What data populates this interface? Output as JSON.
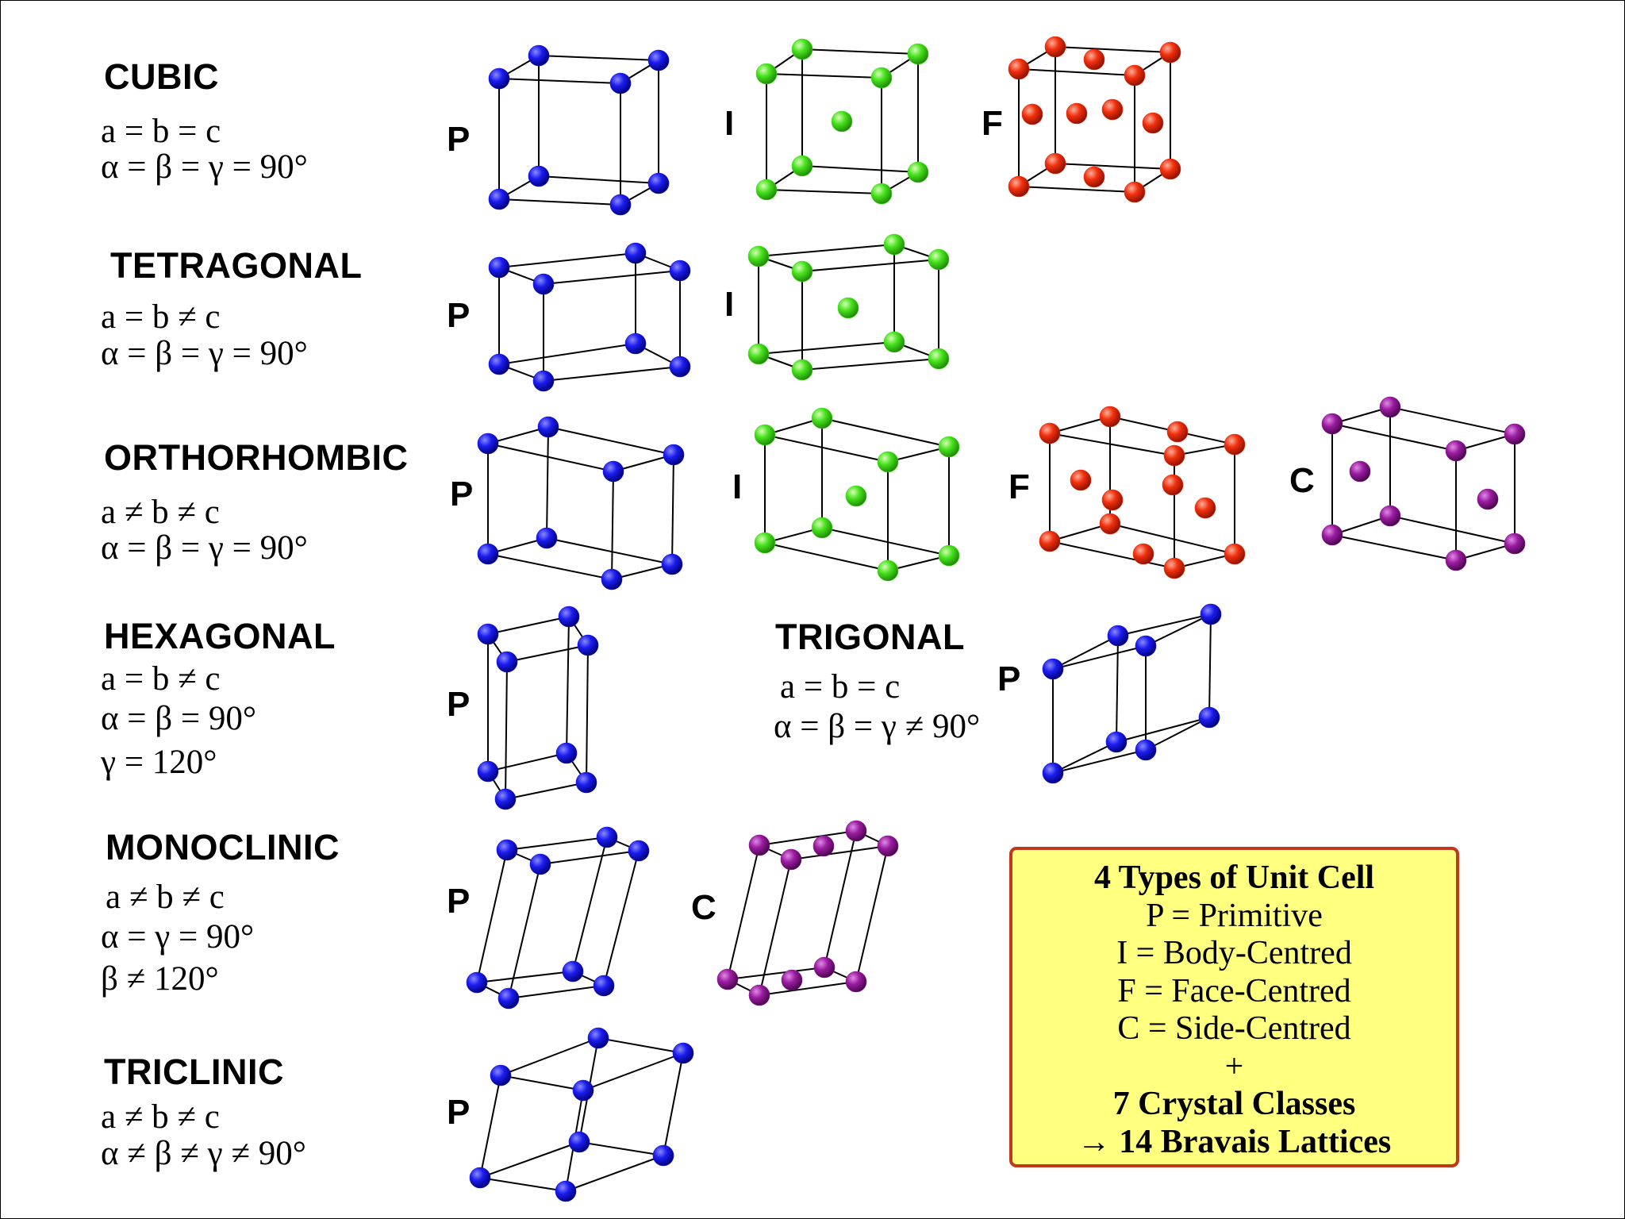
{
  "systems": [
    {
      "id": "cubic",
      "name": "CUBIC",
      "params": [
        "a = b = c",
        "α = β = γ = 90°"
      ]
    },
    {
      "id": "tetragonal",
      "name": "TETRAGONAL",
      "params": [
        "a = b ≠ c",
        "α = β = γ = 90°"
      ]
    },
    {
      "id": "orthorhombic",
      "name": "ORTHORHOMBIC",
      "params": [
        "a ≠ b ≠ c",
        "α = β = γ = 90°"
      ]
    },
    {
      "id": "hexagonal",
      "name": "HEXAGONAL",
      "params": [
        "a = b ≠ c",
        "α = β = 90°",
        "γ = 120°"
      ]
    },
    {
      "id": "trigonal",
      "name": "TRIGONAL",
      "params": [
        "a = b = c",
        "α = β = γ ≠ 90°"
      ]
    },
    {
      "id": "monoclinic",
      "name": "MONOCLINIC",
      "params": [
        "a ≠ b ≠ c",
        "α = γ = 90°",
        "β ≠ 120°"
      ]
    },
    {
      "id": "triclinic",
      "name": "TRICLINIC",
      "params": [
        "a ≠ b ≠ c",
        "α ≠ β ≠ γ ≠ 90°"
      ]
    }
  ],
  "lattice_labels": {
    "P": "P",
    "I": "I",
    "F": "F",
    "C": "C"
  },
  "lattices": [
    {
      "system": "cubic",
      "type": "P"
    },
    {
      "system": "cubic",
      "type": "I"
    },
    {
      "system": "cubic",
      "type": "F"
    },
    {
      "system": "tetragonal",
      "type": "P"
    },
    {
      "system": "tetragonal",
      "type": "I"
    },
    {
      "system": "orthorhombic",
      "type": "P"
    },
    {
      "system": "orthorhombic",
      "type": "I"
    },
    {
      "system": "orthorhombic",
      "type": "F"
    },
    {
      "system": "orthorhombic",
      "type": "C"
    },
    {
      "system": "hexagonal",
      "type": "P"
    },
    {
      "system": "trigonal",
      "type": "P"
    },
    {
      "system": "monoclinic",
      "type": "P"
    },
    {
      "system": "monoclinic",
      "type": "C"
    },
    {
      "system": "triclinic",
      "type": "P"
    }
  ],
  "atom_colors": {
    "P": "#1010e0",
    "I": "#3de01a",
    "F": "#ee2a0c",
    "C": "#8a1590"
  },
  "legend": {
    "title": "4 Types of Unit Cell",
    "line_p": "P = Primitive",
    "line_i": "I = Body-Centred",
    "line_f": "F = Face-Centred",
    "line_c": "C = Side-Centred",
    "plus": "+",
    "classes": "7 Crystal Classes",
    "result": "→ 14 Bravais Lattices",
    "background": "#ffff80",
    "border": "#c0391b"
  }
}
